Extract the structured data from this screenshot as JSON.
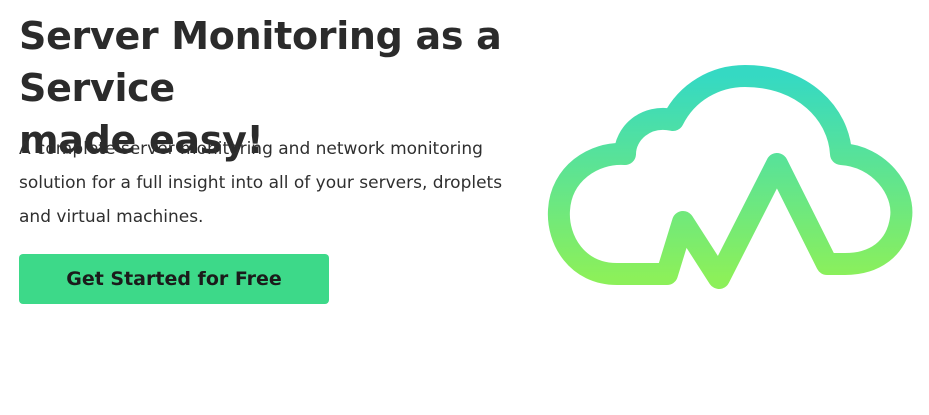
{
  "hero": {
    "headline_line1": "Server Monitoring as a Service",
    "headline_line2": "made easy!",
    "description_line1": "A complete server monitoring and network monitoring",
    "description_line2": "solution for a full insight into all of your servers, droplets",
    "description_line3": "and virtual machines.",
    "cta_label": "Get Started for Free"
  },
  "colors": {
    "cta_background": "#3dd989",
    "cloud_gradient_top": "#35d9c3",
    "cloud_gradient_bottom": "#8cf05a"
  },
  "icons": {
    "cloud_graph": "cloud-monitoring-icon"
  }
}
